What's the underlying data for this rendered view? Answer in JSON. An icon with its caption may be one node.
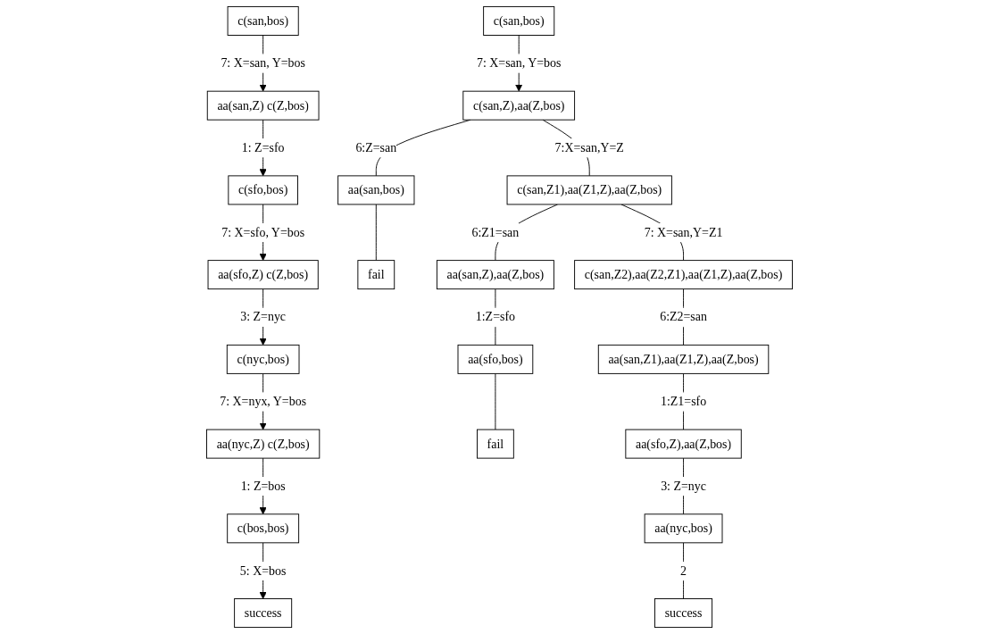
{
  "diagram": {
    "nodes": [
      {
        "text": [
          "c(san,bos)"
        ]
      },
      {
        "text": [
          "aa(san,Z)   c(Z,bos)"
        ]
      },
      {
        "text": [
          "c(sfo,bos)"
        ]
      },
      {
        "text": [
          "aa(sfo,Z)   c(Z,bos)"
        ]
      },
      {
        "text": [
          "c(nyc,bos)"
        ]
      },
      {
        "text": [
          "aa(nyc,Z)  c(Z,bos)"
        ]
      },
      {
        "text": [
          "c(bos,bos)"
        ]
      },
      {
        "text": [
          "success"
        ]
      },
      {
        "text": [
          "c(san,bos)"
        ]
      },
      {
        "text": [
          "c(san,Z),aa(Z,bos)"
        ]
      },
      {
        "text": [
          "aa(san,bos)"
        ]
      },
      {
        "text": [
          "c(san,Z1),aa(Z1,Z),aa(Z,bos)"
        ]
      },
      {
        "text": [
          "fail"
        ]
      },
      {
        "text": [
          "aa(san,Z),aa(Z,bos)"
        ]
      },
      {
        "text": [
          "c(san,Z2),aa(Z2,Z1),aa(Z1,Z),aa(Z,bos)"
        ]
      },
      {
        "text": [
          "aa(sfo,bos)"
        ]
      },
      {
        "text": [
          "aa(san,Z1),aa(Z1,Z),aa(Z,bos)"
        ]
      },
      {
        "text": [
          "fail"
        ]
      },
      {
        "text": [
          "aa(sfo,Z),aa(Z,bos)"
        ]
      },
      {
        "text": [
          "aa(nyc,bos)"
        ]
      },
      {
        "text": [
          "success"
        ]
      }
    ],
    "edges": [
      {
        "from": 0,
        "to": 1,
        "arrow": "to",
        "label": "7: X=san, Y=bos"
      },
      {
        "from": 1,
        "to": 2,
        "arrow": "to",
        "label": "1: Z=sfo"
      },
      {
        "from": 2,
        "to": 3,
        "arrow": "to",
        "label": "7: X=sfo, Y=bos"
      },
      {
        "from": 3,
        "to": 4,
        "arrow": "to",
        "label": "3: Z=nyc"
      },
      {
        "from": 4,
        "to": 5,
        "arrow": "to",
        "label": "7: X=nyx, Y=bos"
      },
      {
        "from": 5,
        "to": 6,
        "arrow": "to",
        "label": "1: Z=bos"
      },
      {
        "from": 6,
        "to": 7,
        "arrow": "to",
        "label": "5: X=bos"
      },
      {
        "from": 8,
        "to": 9,
        "arrow": "to",
        "label": "7: X=san, Y=bos"
      },
      {
        "from": 9,
        "to": 10,
        "arrow": "none",
        "label": "6:Z=san"
      },
      {
        "from": 9,
        "to": 11,
        "arrow": "none",
        "label": "7:X=san,Y=Z"
      },
      {
        "from": 10,
        "to": 12,
        "arrow": "none"
      },
      {
        "from": 11,
        "to": 13,
        "arrow": "none",
        "label": "6:Z1=san"
      },
      {
        "from": 11,
        "to": 14,
        "arrow": "none",
        "label": "7: X=san,Y=Z1"
      },
      {
        "from": 13,
        "to": 15,
        "arrow": "none",
        "label": "1:Z=sfo"
      },
      {
        "from": 15,
        "to": 17,
        "arrow": "none"
      },
      {
        "from": 14,
        "to": 16,
        "arrow": "none",
        "label": "6:Z2=san"
      },
      {
        "from": 16,
        "to": 18,
        "arrow": "none",
        "label": "1:Z1=sfo"
      },
      {
        "from": 18,
        "to": 19,
        "arrow": "none",
        "label": "3: Z=nyc"
      },
      {
        "from": 19,
        "to": 20,
        "arrow": "none",
        "label": "2"
      }
    ]
  }
}
